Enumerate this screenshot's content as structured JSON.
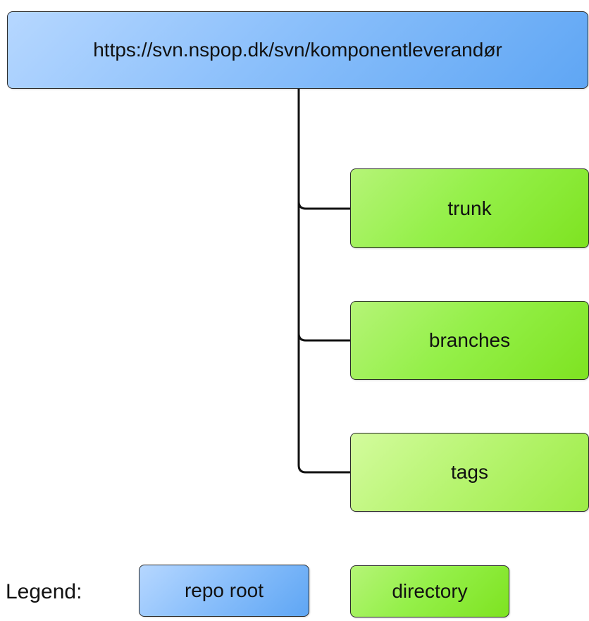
{
  "diagram": {
    "root": {
      "label": "https://svn.nspop.dk/svn/komponentleverandør"
    },
    "children": [
      {
        "id": "trunk",
        "label": "trunk"
      },
      {
        "id": "branches",
        "label": "branches"
      },
      {
        "id": "tags",
        "label": "tags"
      }
    ],
    "legend": {
      "label": "Legend:",
      "items": [
        {
          "label": "repo root",
          "color": "#8cc0fb"
        },
        {
          "label": "directory",
          "color": "#95f04a"
        }
      ]
    }
  }
}
